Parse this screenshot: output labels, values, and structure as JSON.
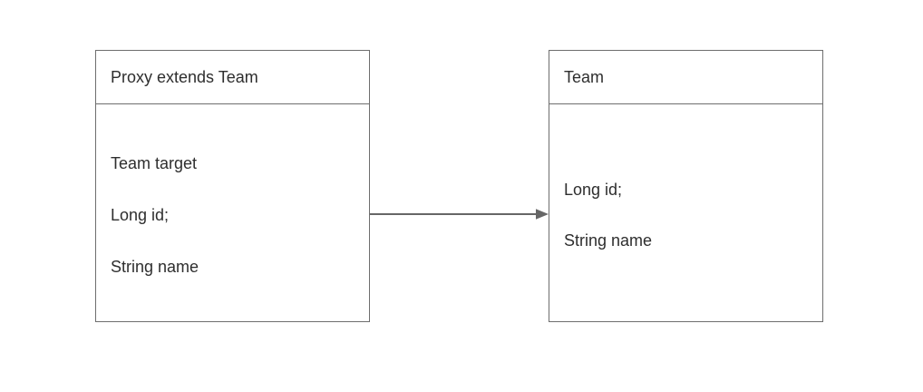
{
  "diagram": {
    "colors": {
      "background": "#ffffff",
      "box_border": "#6e6e6e",
      "text": "#2e2e2e",
      "arrow": "#666666"
    },
    "proxy_box": {
      "title": "Proxy extends Team",
      "fields": [
        "Team target",
        "Long id;",
        "String name"
      ]
    },
    "team_box": {
      "title": "Team",
      "fields": [
        "Long id;",
        "String name"
      ]
    },
    "connector": {
      "direction": "left-to-right"
    }
  }
}
